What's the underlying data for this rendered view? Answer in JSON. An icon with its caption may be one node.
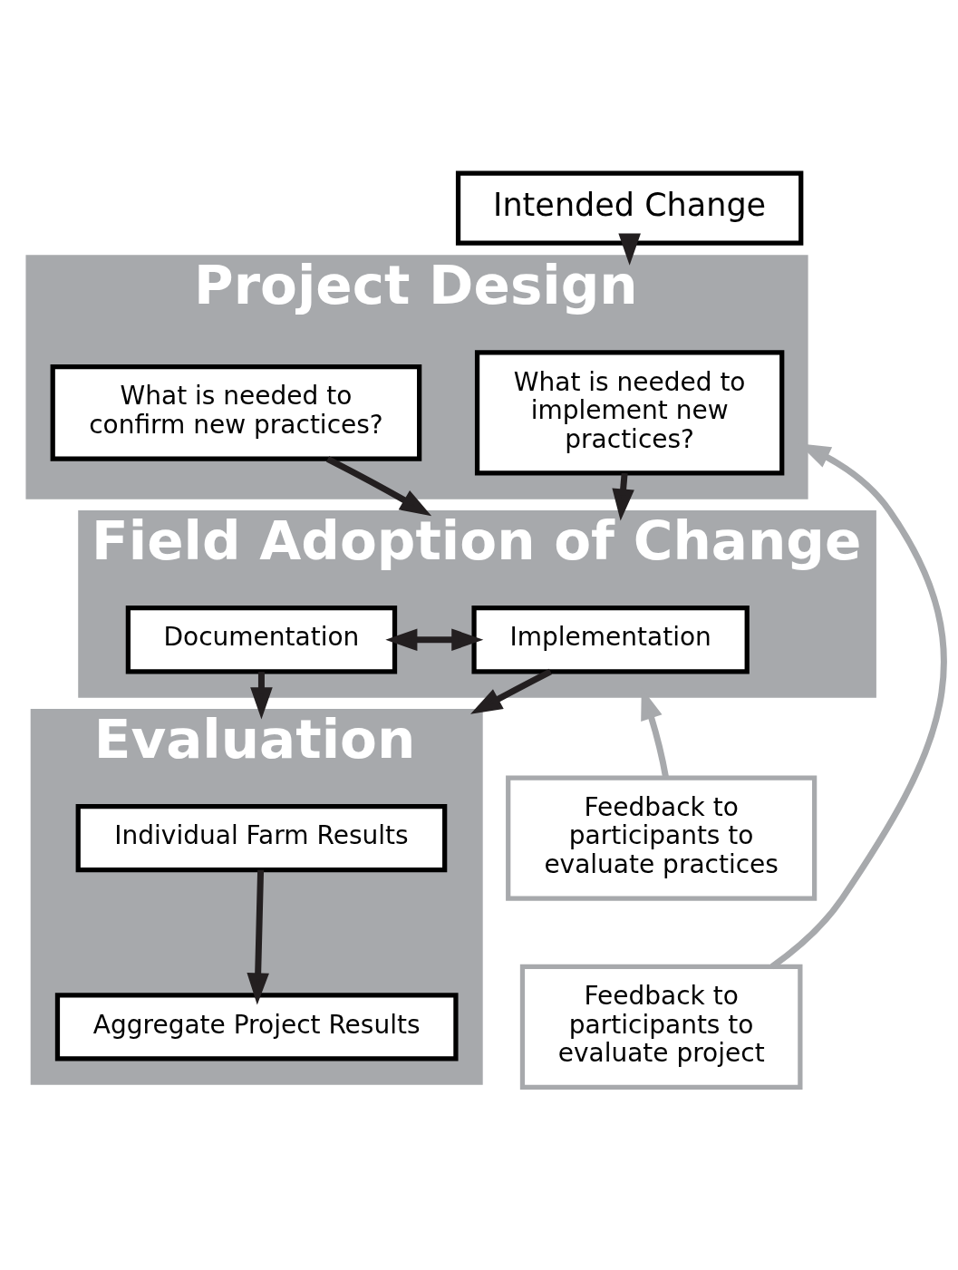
{
  "diagram": {
    "nodes": [
      {
        "text": [
          "Intended Change"
        ]
      },
      {
        "text": [
          "Project Design"
        ]
      },
      {
        "text": [
          "What is needed to implement new practices?"
        ],
        "in": 1
      },
      {
        "text": [
          "What is needed to confirm new practices?"
        ],
        "in": 1
      },
      {
        "text": [
          "Field Adoption of Change"
        ]
      },
      {
        "text": [
          "Implementation"
        ],
        "in": 4
      },
      {
        "text": [
          "Documentation"
        ],
        "in": 4
      },
      {
        "text": [
          "Evaluation"
        ]
      },
      {
        "text": [
          "Individual Farm Results"
        ],
        "in": 7
      },
      {
        "text": [
          "Aggregate Project Results"
        ],
        "in": 7
      },
      {
        "text": [
          "Feedback to participants to evaluate practices"
        ]
      },
      {
        "text": [
          "Feedback to participants to evaluate project"
        ]
      }
    ],
    "edges": [
      {
        "from": 0,
        "to": 1,
        "arrow": "to"
      },
      {
        "from": 2,
        "to": 4,
        "arrow": "to"
      },
      {
        "from": 3,
        "to": 4,
        "arrow": "to"
      },
      {
        "from": 5,
        "to": 6,
        "arrow": "both"
      },
      {
        "from": 5,
        "to": 7,
        "arrow": "to"
      },
      {
        "from": 6,
        "to": 7,
        "arrow": "to"
      },
      {
        "from": 8,
        "to": 9,
        "arrow": "to"
      },
      {
        "from": 10,
        "to": 4,
        "arrow": "to",
        "color": "#a7a9ac"
      },
      {
        "from": 11,
        "to": 1,
        "arrow": "to",
        "color": "#a7a9ac"
      }
    ]
  }
}
